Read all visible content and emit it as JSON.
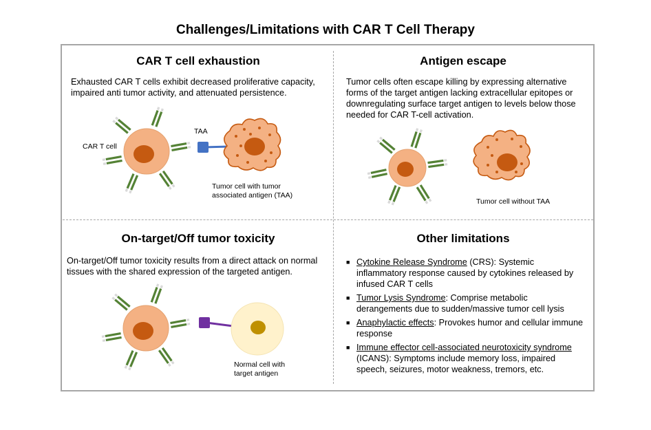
{
  "title": "Challenges/Limitations with CAR T Cell Therapy",
  "panels": {
    "exhaustion": {
      "title": "CAR T cell exhaustion",
      "text": "Exhausted CAR T cells exhibit decreased proliferative capacity, impaired anti tumor activity, and attenuated persistence.",
      "car_t_label": "CAR T cell",
      "taa_label": "TAA",
      "tumor_label_line1": "Tumor cell with tumor",
      "tumor_label_line2": "associated antigen (TAA)"
    },
    "escape": {
      "title": "Antigen escape",
      "text": "Tumor cells often escape killing by expressing alternative forms of the target antigen lacking extracellular epitopes or downregulating surface target antigen to levels below those needed for CAR T-cell activation.",
      "tumor_label": "Tumor cell without TAA"
    },
    "toxicity": {
      "title": "On-target/Off tumor toxicity",
      "text": "On-target/Off tumor toxicity results from a direct attack on normal tissues with the shared expression of the targeted antigen.",
      "normal_label_line1": "Normal cell with",
      "normal_label_line2": "target antigen"
    },
    "other": {
      "title": "Other limitations",
      "items": [
        {
          "term": "Cytokine Release Syndrome",
          "rest": " (CRS): Systemic inflammatory response caused by cytokines released by infused CAR T cells"
        },
        {
          "term": "Tumor Lysis Syndrome",
          "rest": ": Comprise metabolic derangements due to sudden/massive tumor cell lysis"
        },
        {
          "term": "Anaphylactic effects",
          "rest": ": Provokes humor and cellular immune response"
        },
        {
          "term": "Immune effector cell-associated neurotoxicity syndrome",
          "rest": " (ICANS): Symptoms include memory loss, impaired speech, seizures, motor weakness, tremors, etc."
        }
      ]
    }
  },
  "colors": {
    "t_cell_body": "#f4b183",
    "t_cell_nucleus": "#c55a11",
    "receptor_green": "#548235",
    "taa_blue": "#4472c4",
    "target_purple": "#7030a0",
    "normal_cell": "#fff2cc",
    "normal_nucleus": "#bf9000",
    "border_gray": "#a6a6a6"
  }
}
